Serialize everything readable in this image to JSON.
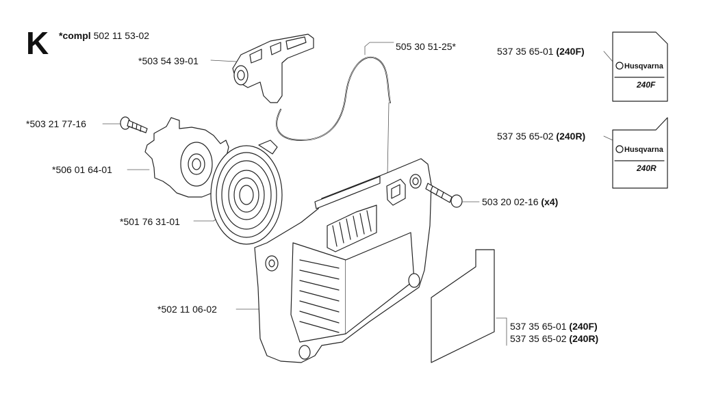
{
  "section": {
    "letter": "K"
  },
  "assembly": {
    "prefix": "*compl",
    "number": "502 11 53-02"
  },
  "parts": {
    "handle": "*503 54 39-01",
    "cord": "505 30 51-25*",
    "screw_small": "*503 21 77-16",
    "pawl_pulley": "*506 01 64-01",
    "spring": "*501 76 31-01",
    "cover": "*502 11 06-02",
    "screw_cover": {
      "number": "503 20 02-16",
      "qty": "(x4)"
    },
    "decal_f": {
      "number": "537 35 65-01",
      "model": "(240F)"
    },
    "decal_r": {
      "number": "537 35 65-02",
      "model": "(240R)"
    },
    "filter_f": {
      "number": "537 35 65-01",
      "model": "(240F)"
    },
    "filter_r": {
      "number": "537 35 65-02",
      "model": "(240R)"
    }
  },
  "decals": {
    "brand": "Husqvarna",
    "model_f": "240F",
    "model_r": "240R"
  }
}
